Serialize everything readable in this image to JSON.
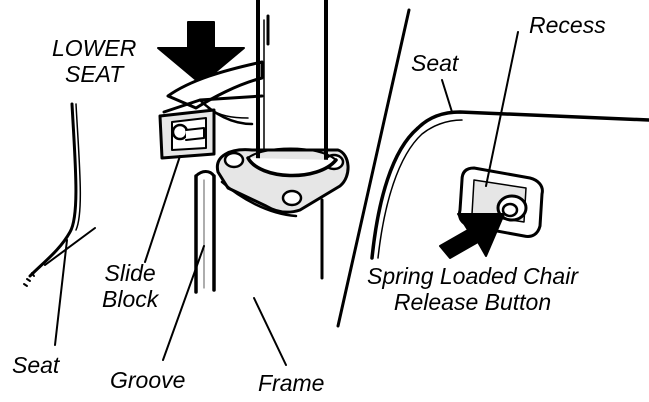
{
  "labels": {
    "lower_seat": [
      "LOWER",
      "SEAT"
    ],
    "seat_top": "Seat",
    "recess": "Recess",
    "slide_block": [
      "Slide",
      "Block"
    ],
    "spring_button": [
      "Spring Loaded Chair",
      "Release Button"
    ],
    "seat_bottom": "Seat",
    "groove": "Groove",
    "frame": "Frame"
  },
  "colors": {
    "ink": "#000000",
    "paper": "#ffffff",
    "tone": "#e6e6e6"
  }
}
